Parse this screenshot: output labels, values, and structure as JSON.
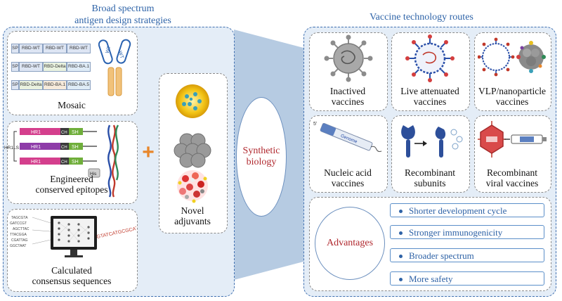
{
  "left_title": {
    "line1": "Broad spectrum",
    "line2": "antigen design strategies"
  },
  "right_title": "Vaccine technology routes",
  "mosaic": {
    "label": "Mosaic",
    "rows": [
      {
        "sp": "SP",
        "segments": [
          "RBD-WT",
          "RBD-WT",
          "RBD-WT"
        ]
      },
      {
        "sp": "SP",
        "segments": [
          "RBD-WT",
          "RBD-Delta",
          "RBD-BA.1"
        ]
      },
      {
        "sp": "SP",
        "segments": [
          "RBD-Delta",
          "RBD-BA.1",
          "RBD-BA.5"
        ]
      }
    ],
    "antibody_text": "WT"
  },
  "epitopes": {
    "label_line1": "Engineered",
    "label_line2": "conserved epitopes",
    "construct_label": "HR1LS",
    "hr1": "HR1",
    "cn": "CH",
    "sh": "SH",
    "his": "His"
  },
  "consensus": {
    "label_line1": "Calculated",
    "label_line2": "consensus sequences",
    "sequence_text": "GTATCATGCGCAT"
  },
  "plus": "+",
  "adjuvants": {
    "label_line1": "Novel",
    "label_line2": "adjuvants"
  },
  "synthetic_biology": {
    "line1": "Synthetic",
    "line2": "biology"
  },
  "vaccines": [
    {
      "line1": "Inactived",
      "line2": "vaccines"
    },
    {
      "line1": "Live attenuated",
      "line2": "vaccines"
    },
    {
      "line1": "VLP/nanoparticle",
      "line2": "vaccines"
    },
    {
      "line1": "Nucleic acid",
      "line2": "vaccines"
    },
    {
      "line1": "Recombinant",
      "line2": "subunits"
    },
    {
      "line1": "Recombinant",
      "line2": "viral vaccines"
    }
  ],
  "nucleic_genome_text": "Genome",
  "advantages": {
    "label": "Advantages",
    "items": [
      "Shorter development cycle",
      "Stronger immunogenicity",
      "Broader spectrum",
      "More safety"
    ]
  },
  "colors": {
    "panel_border": "#3f6fb0",
    "panel_fill": "#e4edf7",
    "title_blue": "#2f64a8",
    "advantage_red": "#b0282e",
    "plus_orange": "#e8862a"
  }
}
